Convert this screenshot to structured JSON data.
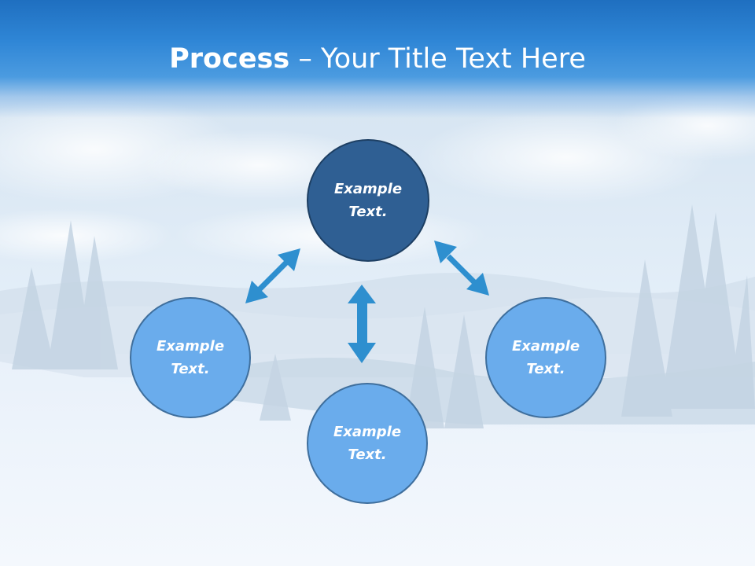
{
  "slide": {
    "title_bold": "Process",
    "title_rest": " – Your Title Text Here"
  },
  "diagram": {
    "nodes": [
      {
        "id": "top",
        "label": "Example Text."
      },
      {
        "id": "left",
        "label": "Example Text."
      },
      {
        "id": "right",
        "label": "Example Text."
      },
      {
        "id": "bottom",
        "label": "Example Text."
      }
    ],
    "arrow_color": "#2e8fcf",
    "top_node_color": "#2f5f93",
    "node_color": "#6aacec"
  }
}
